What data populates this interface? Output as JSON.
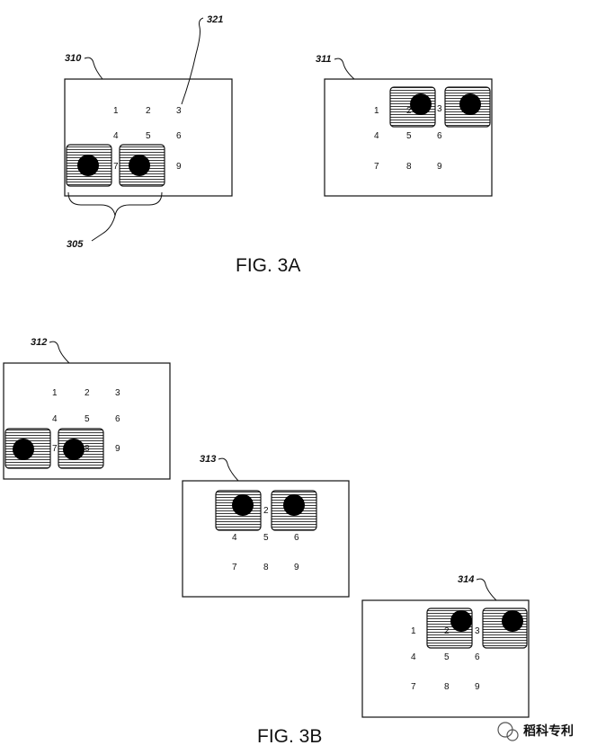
{
  "figures": {
    "fig3a": "FIG. 3A",
    "fig3b": "FIG. 3B"
  },
  "reference_labels": {
    "r310": "310",
    "r311": "311",
    "r321": "321",
    "r305": "305",
    "r312": "312",
    "r313": "313",
    "r314": "314"
  },
  "keypad_digits": [
    "1",
    "2",
    "3",
    "4",
    "5",
    "6",
    "7",
    "8",
    "9"
  ],
  "watermark": "稻科专利",
  "colors": {
    "stroke": "#111111",
    "fill_dot": "#000000",
    "background": "#ffffff"
  }
}
